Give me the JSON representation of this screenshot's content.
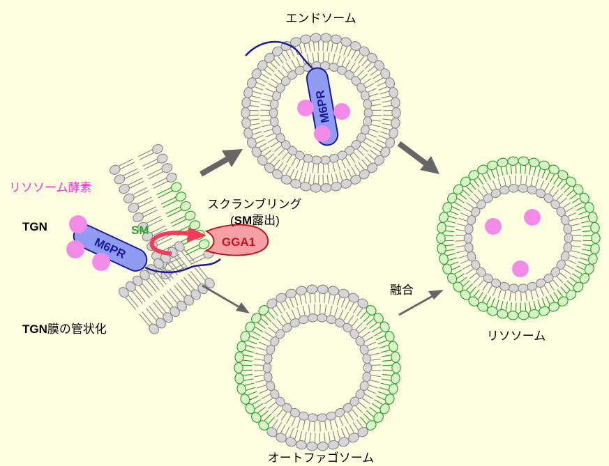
{
  "colors": {
    "background": "#fdfde0",
    "lipid_head": "#d6d6d6",
    "lipid_stroke": "#8c8c8c",
    "sm_head": "#d9f2c8",
    "sm_stroke": "#2aa52a",
    "enzyme": "#f28be8",
    "m6pr_fill": "#8f9cf2",
    "m6pr_stroke": "#1a1a9c",
    "gga1_fill": "#f5a0a4",
    "gga1_stroke": "#c4121c",
    "arrow": "#666666",
    "scramble_arrow": "#f23a5a"
  },
  "labels": {
    "endosome": "エンドソーム",
    "lysosomal_enzyme": "リソソーム酵素",
    "tgn": "TGN",
    "sm": "SM",
    "scrambling": "スクランブリング",
    "sm_exposure_prefix": "(",
    "sm_exposure_sm": "SM",
    "sm_exposure_rest": "露出)",
    "gga1": "GGA1",
    "m6pr": "M6PR",
    "tgn_tubulation_prefix": "TGN",
    "tgn_tubulation_rest": "膜の管状化",
    "fusion": "融合",
    "lysosome": "リソソーム",
    "autophagosome": "オートファゴソーム"
  },
  "icons": {
    "vesicle": "lipid-bilayer-vesicle",
    "tubule": "lipid-bilayer-tubule",
    "enzyme": "enzyme-dot",
    "flow": "flow-arrow",
    "scramble": "curved-arrow"
  }
}
